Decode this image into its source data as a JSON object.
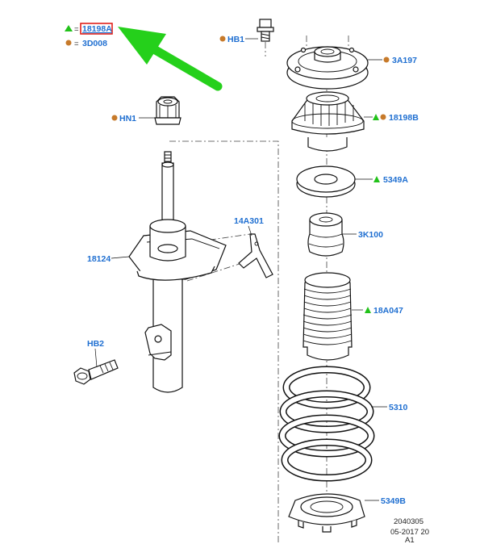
{
  "legend": {
    "triangle_label": "18198A",
    "circle_label": "3D008",
    "equals": "="
  },
  "callouts": {
    "hb1": "HB1",
    "p3a197": "3A197",
    "hn1": "HN1",
    "p18198b": "18198B",
    "p5349a": "5349A",
    "p14a301": "14A301",
    "p3k100": "3K100",
    "p18124": "18124",
    "p18a047": "18A047",
    "hb2": "HB2",
    "p5310": "5310",
    "p5349b": "5349B"
  },
  "footer": {
    "line1": "2040305",
    "line2": "05-2017 20",
    "line3": "A1"
  },
  "colors": {
    "callout_text": "#1f6fd1",
    "triangle_marker": "#22c21a",
    "circle_marker": "#c77a2a",
    "arrow": "#25d01b",
    "highlight_box": "#e0201a"
  },
  "icons": {
    "new_part_marker": "green-triangle-icon",
    "old_part_marker": "orange-circle-icon",
    "pointer": "green-arrow-icon"
  }
}
